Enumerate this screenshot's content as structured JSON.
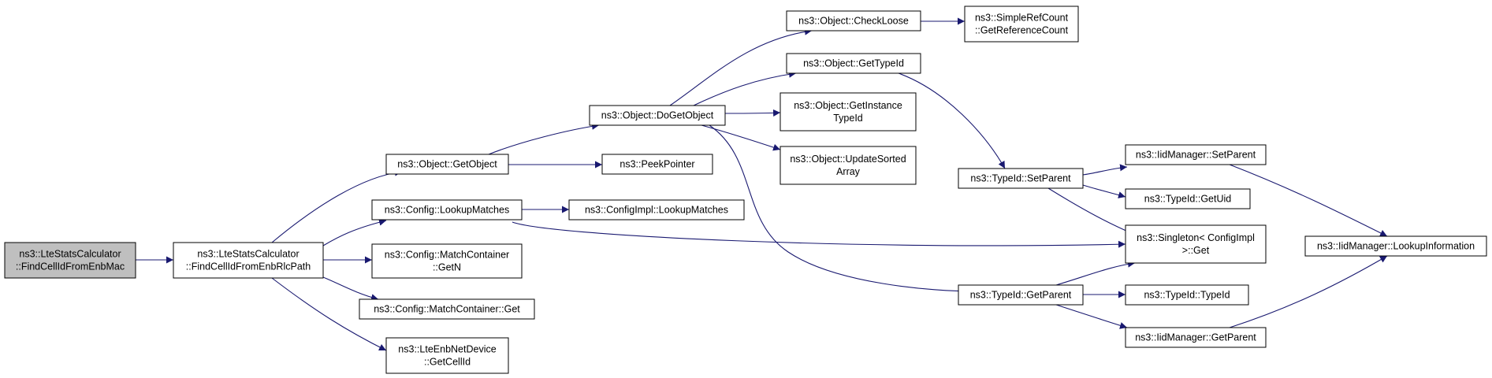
{
  "colors": {
    "edge": "#191970",
    "node_border": "#000000",
    "node_fill": "#ffffff",
    "root_fill": "#bfbfbf"
  },
  "nodes": [
    {
      "id": "n0",
      "lines": [
        "ns3::LteStatsCalculator",
        "::FindCellIdFromEnbMac"
      ],
      "root": true
    },
    {
      "id": "n1",
      "lines": [
        "ns3::LteStatsCalculator",
        "::FindCellIdFromEnbRlcPath"
      ]
    },
    {
      "id": "n2",
      "lines": [
        "ns3::Object::GetObject"
      ]
    },
    {
      "id": "n3",
      "lines": [
        "ns3::Config::LookupMatches"
      ]
    },
    {
      "id": "n4",
      "lines": [
        "ns3::Config::MatchContainer",
        "::GetN"
      ]
    },
    {
      "id": "n5",
      "lines": [
        "ns3::Config::MatchContainer::Get"
      ]
    },
    {
      "id": "n6",
      "lines": [
        "ns3::LteEnbNetDevice",
        "::GetCellId"
      ]
    },
    {
      "id": "n7",
      "lines": [
        "ns3::Object::DoGetObject"
      ]
    },
    {
      "id": "n8",
      "lines": [
        "ns3::PeekPointer"
      ]
    },
    {
      "id": "n9",
      "lines": [
        "ns3::ConfigImpl::LookupMatches"
      ]
    },
    {
      "id": "n10",
      "lines": [
        "ns3::Object::CheckLoose"
      ]
    },
    {
      "id": "n11",
      "lines": [
        "ns3::Object::GetTypeId"
      ]
    },
    {
      "id": "n12",
      "lines": [
        "ns3::Object::GetInstance",
        "TypeId"
      ]
    },
    {
      "id": "n13",
      "lines": [
        "ns3::Object::UpdateSorted",
        "Array"
      ]
    },
    {
      "id": "n14",
      "lines": [
        "ns3::SimpleRefCount",
        "::GetReferenceCount"
      ]
    },
    {
      "id": "n15",
      "lines": [
        "ns3::TypeId::SetParent"
      ]
    },
    {
      "id": "n16",
      "lines": [
        "ns3::TypeId::GetParent"
      ]
    },
    {
      "id": "n17",
      "lines": [
        "ns3::Singleton< ConfigImpl",
        " >::Get"
      ]
    },
    {
      "id": "n18",
      "lines": [
        "ns3::IidManager::SetParent"
      ]
    },
    {
      "id": "n19",
      "lines": [
        "ns3::TypeId::GetUid"
      ]
    },
    {
      "id": "n20",
      "lines": [
        "ns3::TypeId::TypeId"
      ]
    },
    {
      "id": "n21",
      "lines": [
        "ns3::IidManager::GetParent"
      ]
    },
    {
      "id": "n22",
      "lines": [
        "ns3::IidManager::LookupInformation"
      ]
    }
  ],
  "edges": [
    {
      "from": "n0",
      "to": "n1"
    },
    {
      "from": "n1",
      "to": "n2"
    },
    {
      "from": "n1",
      "to": "n3"
    },
    {
      "from": "n1",
      "to": "n4"
    },
    {
      "from": "n1",
      "to": "n5"
    },
    {
      "from": "n1",
      "to": "n6"
    },
    {
      "from": "n2",
      "to": "n7"
    },
    {
      "from": "n2",
      "to": "n8"
    },
    {
      "from": "n3",
      "to": "n9"
    },
    {
      "from": "n3",
      "to": "n17"
    },
    {
      "from": "n7",
      "to": "n10"
    },
    {
      "from": "n7",
      "to": "n11"
    },
    {
      "from": "n7",
      "to": "n12"
    },
    {
      "from": "n7",
      "to": "n13"
    },
    {
      "from": "n7",
      "to": "n16"
    },
    {
      "from": "n10",
      "to": "n14"
    },
    {
      "from": "n11",
      "to": "n15"
    },
    {
      "from": "n15",
      "to": "n18"
    },
    {
      "from": "n15",
      "to": "n19"
    },
    {
      "from": "n15",
      "to": "n17"
    },
    {
      "from": "n16",
      "to": "n17"
    },
    {
      "from": "n16",
      "to": "n20"
    },
    {
      "from": "n16",
      "to": "n21"
    },
    {
      "from": "n18",
      "to": "n22"
    },
    {
      "from": "n21",
      "to": "n22"
    }
  ]
}
